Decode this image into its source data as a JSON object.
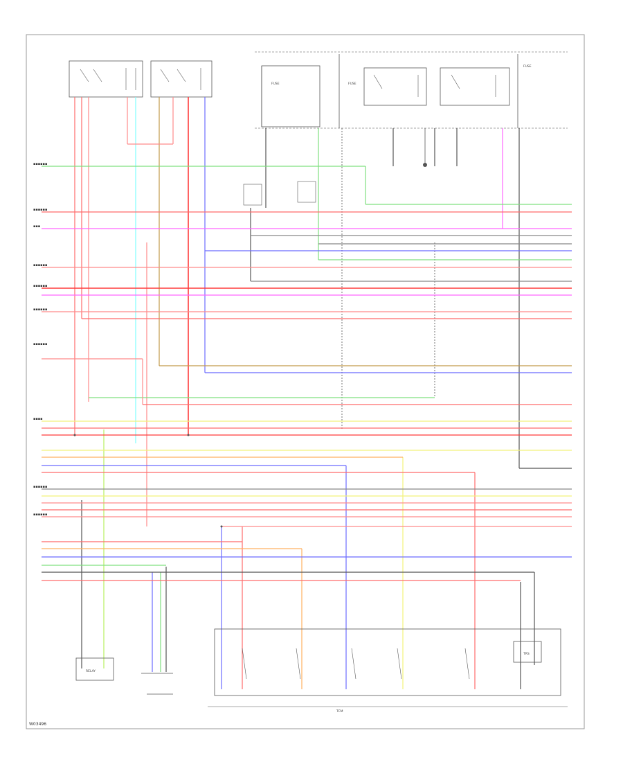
{
  "footer_code": "W03496",
  "colors": {
    "green": "#7fe07f",
    "red": "#ff6b6b",
    "pink": "#ff8a8a",
    "magenta": "#ff66ff",
    "blue": "#6b6bff",
    "brown": "#c29a4a",
    "yellow": "#f2f27a",
    "orange": "#ffb060",
    "cyan": "#80ffff",
    "lime": "#b8f060",
    "gray": "#888888",
    "dark": "#555555"
  },
  "components": {
    "fuse_1": "FUSE",
    "fuse_2": "FUSE",
    "fuse_3": "FUSE",
    "relay_box": "RELAY",
    "tcm_box": "TCM",
    "trs_box": "TRS"
  }
}
